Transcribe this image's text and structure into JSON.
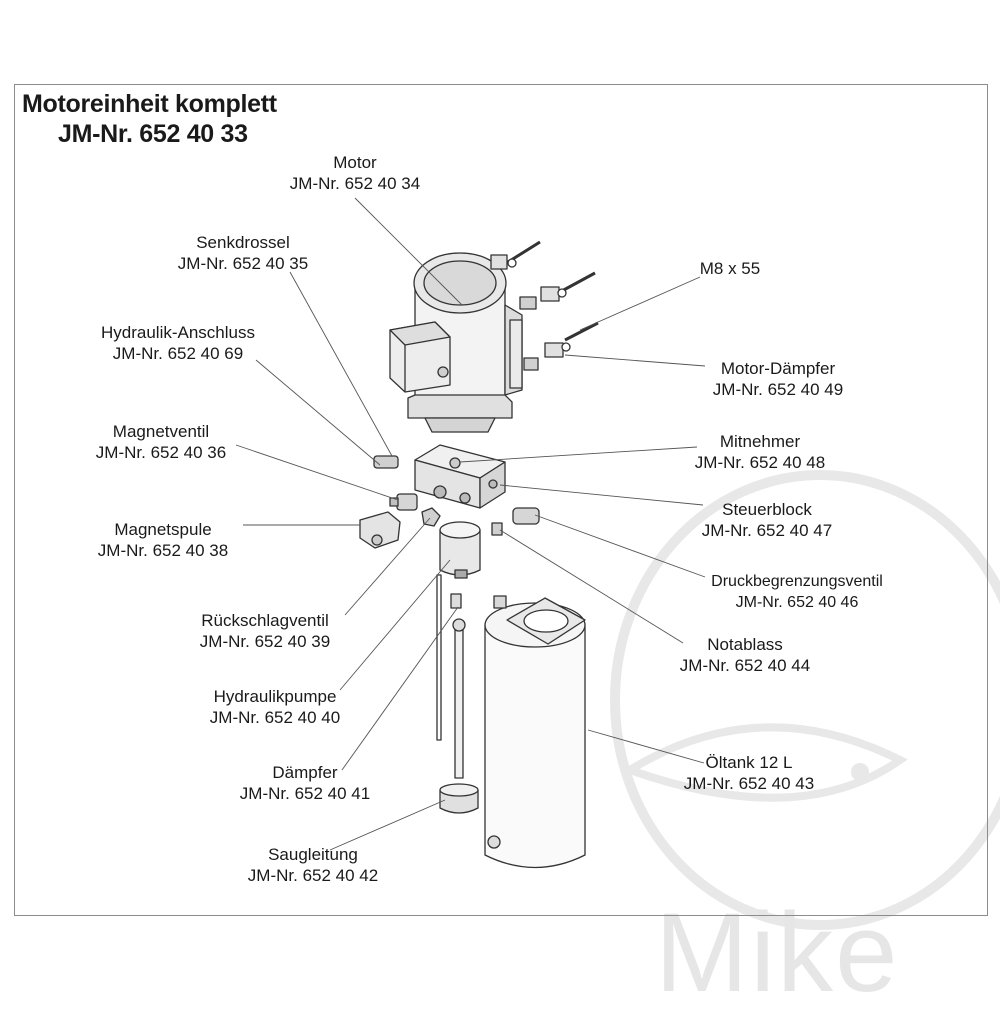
{
  "title": {
    "line1": "Motoreinheit komplett",
    "line2": "JM-Nr. 652 40 33"
  },
  "watermark": {
    "text": "Mike",
    "color": "#e6e6e6"
  },
  "callouts": [
    {
      "key": "motor",
      "name": "Motor",
      "number": "JM-Nr. 652 40 34"
    },
    {
      "key": "senkdrossel",
      "name": "Senkdrossel",
      "number": "JM-Nr. 652 40 35"
    },
    {
      "key": "hydraulik-anschluss",
      "name": "Hydraulik-Anschluss",
      "number": "JM-Nr. 652 40 69"
    },
    {
      "key": "magnetventil",
      "name": "Magnetventil",
      "number": "JM-Nr. 652 40 36"
    },
    {
      "key": "magnetspule",
      "name": "Magnetspule",
      "number": "JM-Nr. 652 40 38"
    },
    {
      "key": "rueckschlagventil",
      "name": "Rückschlagventil",
      "number": "JM-Nr. 652 40 39"
    },
    {
      "key": "hydraulikpumpe",
      "name": "Hydraulikpumpe",
      "number": "JM-Nr. 652 40 40"
    },
    {
      "key": "daempfer",
      "name": "Dämpfer",
      "number": "JM-Nr. 652 40 41"
    },
    {
      "key": "saugleitung",
      "name": "Saugleitung",
      "number": "JM-Nr. 652 40 42"
    },
    {
      "key": "m8x55",
      "name": "M8 x 55",
      "number": ""
    },
    {
      "key": "motor-daempfer",
      "name": "Motor-Dämpfer",
      "number": "JM-Nr. 652 40 49"
    },
    {
      "key": "mitnehmer",
      "name": "Mitnehmer",
      "number": "JM-Nr. 652 40 48"
    },
    {
      "key": "steuerblock",
      "name": "Steuerblock",
      "number": "JM-Nr. 652 40 47"
    },
    {
      "key": "druckbegrenzungsventil",
      "name": "Druckbegrenzungsventil",
      "number": "JM-Nr. 652 40 46"
    },
    {
      "key": "notablass",
      "name": "Notablass",
      "number": "JM-Nr. 652 40 44"
    },
    {
      "key": "oeltank",
      "name": "Öltank 12 L",
      "number": "JM-Nr. 652 40 43"
    }
  ]
}
